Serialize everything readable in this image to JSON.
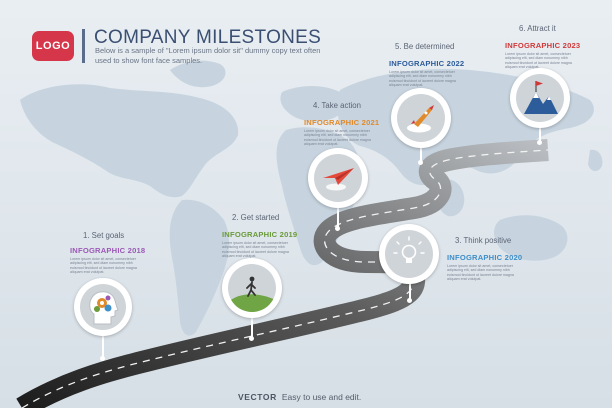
{
  "header": {
    "logo": "LOGO",
    "title": "COMPANY MILESTONES",
    "subtitle": "Below is a sample of \"Lorem ipsum dolor sit\" dummy copy text often used to show font face samples."
  },
  "milestones": [
    {
      "step": "1. Set goals",
      "year": "INFOGRAPHIC 2018",
      "color": "#9b59b6",
      "desc": "Lorem ipsum dolor sit amet, consectetuer adipiscing elit, sed diam nonummy nibh euismod tincidunt ut laoreet dolore magna aliquam erat volutpat.",
      "icon": "gear-head-icon"
    },
    {
      "step": "2. Get started",
      "year": "INFOGRAPHIC 2019",
      "color": "#6a9a3a",
      "desc": "Lorem ipsum dolor sit amet, consectetuer adipiscing elit, sed diam nonummy nibh euismod tincidunt ut laoreet dolore magna aliquam erat volutpat.",
      "icon": "hiker-icon"
    },
    {
      "step": "3. Think positive",
      "year": "INFOGRAPHIC 2020",
      "color": "#3f8fc9",
      "desc": "Lorem ipsum dolor sit amet, consectetuer adipiscing elit, sed diam nonummy nibh euismod tincidunt ut laoreet dolore magna aliquam erat volutpat.",
      "icon": "lightbulb-icon"
    },
    {
      "step": "4. Take action",
      "year": "INFOGRAPHIC 2021",
      "color": "#e08a2c",
      "desc": "Lorem ipsum dolor sit amet, consectetuer adipiscing elit, sed diam nonummy nibh euismod tincidunt ut laoreet dolore magna aliquam erat volutpat.",
      "icon": "paper-plane-icon"
    },
    {
      "step": "5. Be determined",
      "year": "INFOGRAPHIC 2022",
      "color": "#2c5c9a",
      "desc": "Lorem ipsum dolor sit amet, consectetuer adipiscing elit, sed diam nonummy nibh euismod tincidunt ut laoreet dolore magna aliquam erat volutpat.",
      "icon": "rocket-icon"
    },
    {
      "step": "6. Attract it",
      "year": "INFOGRAPHIC 2023",
      "color": "#d0393a",
      "desc": "Lorem ipsum dolor sit amet, consectetuer adipiscing elit, sed diam nonummy nibh euismod tincidunt ut laoreet dolore magna aliquam erat volutpat.",
      "icon": "mountain-flag-icon"
    }
  ],
  "footer": {
    "strong": "VECTOR",
    "text": "Easy to use and edit."
  }
}
